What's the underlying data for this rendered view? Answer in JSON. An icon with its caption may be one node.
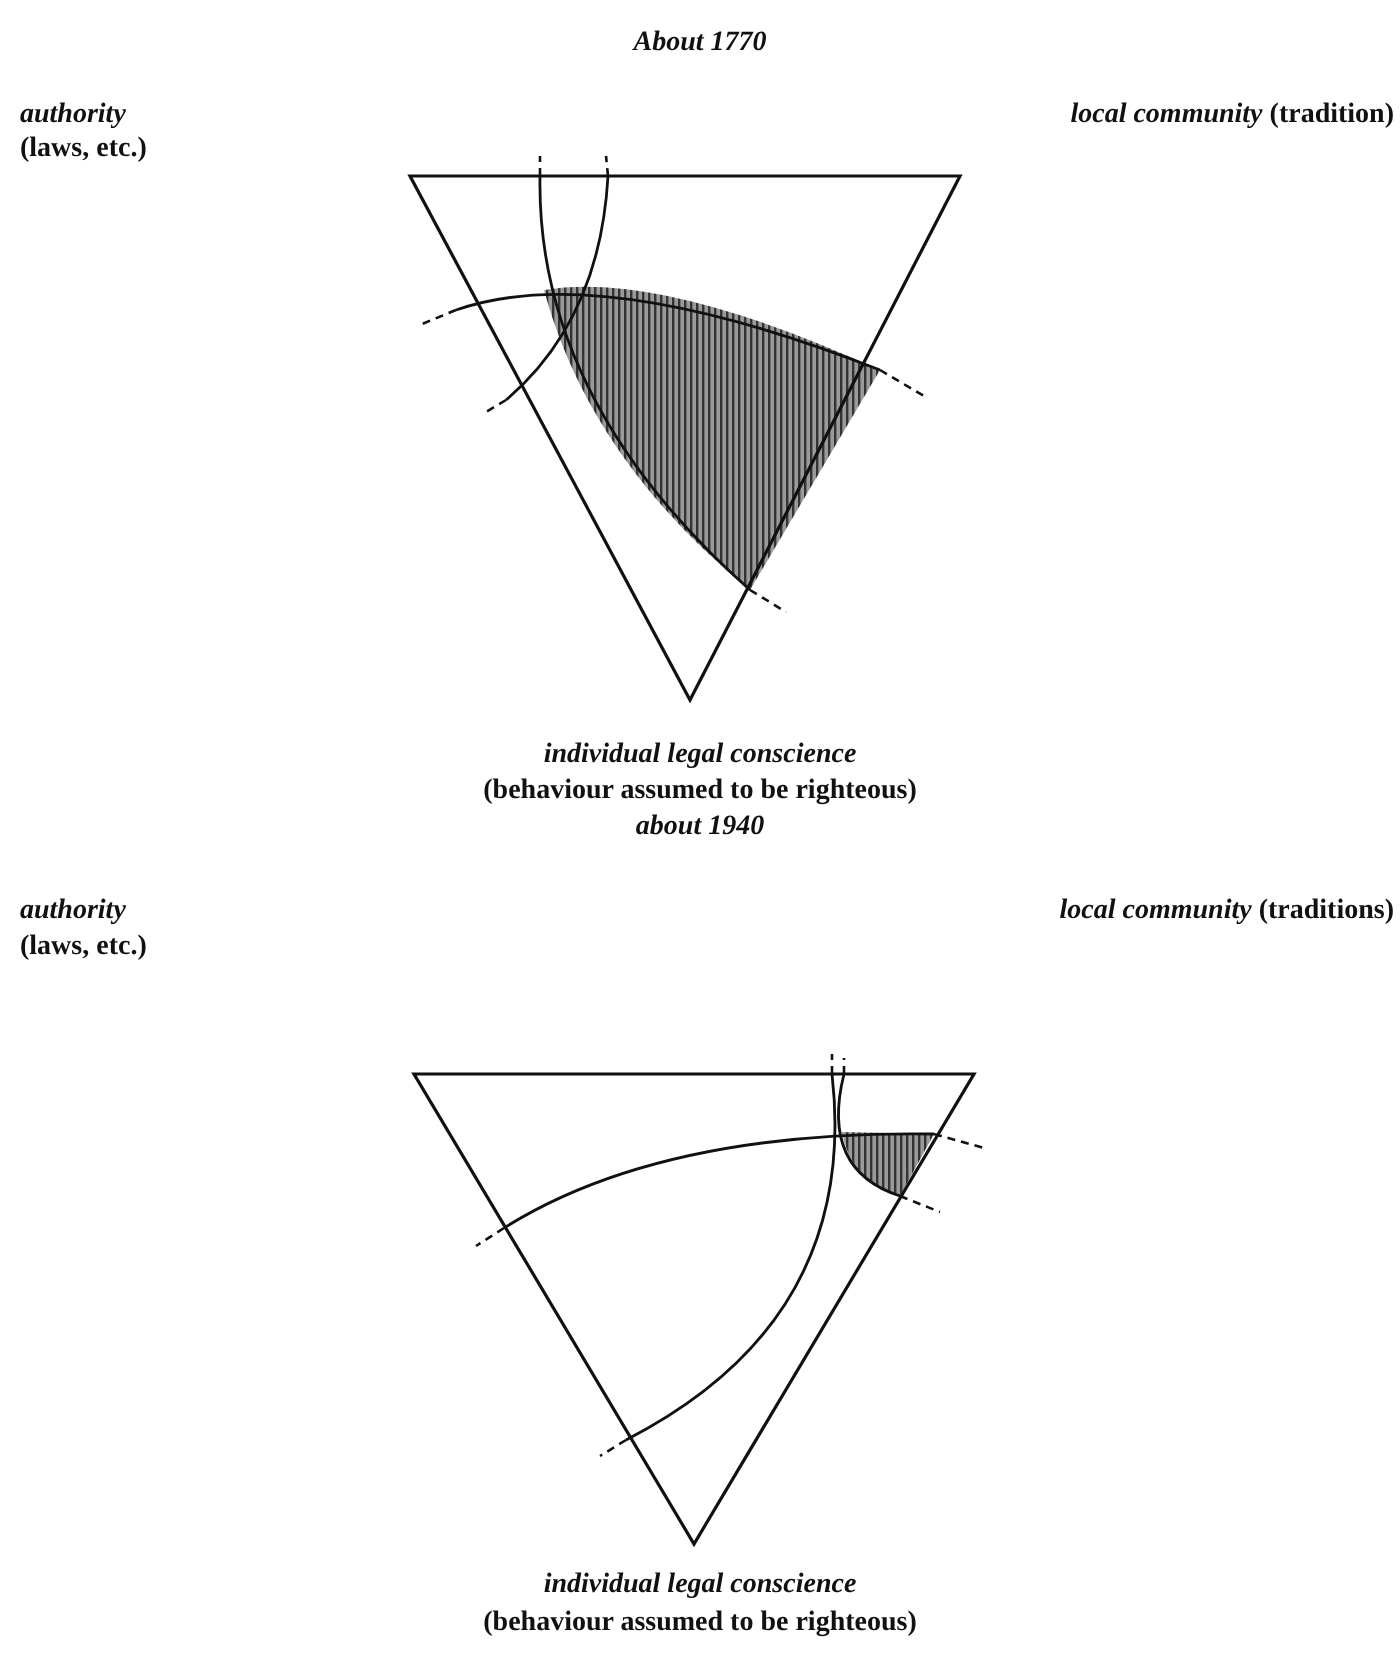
{
  "diagram": {
    "labels": [
      "About 1770",
      "authority",
      "*local community* (tradition)",
      "(laws, etc.)",
      "individual legal conscience",
      "(behaviour assumed to be righteous)",
      "about 1940",
      "authority",
      "*local community* (traditions)",
      "(laws, etc.)",
      "individual legal conscience",
      "(behaviour assumed to be righteous)"
    ]
  }
}
